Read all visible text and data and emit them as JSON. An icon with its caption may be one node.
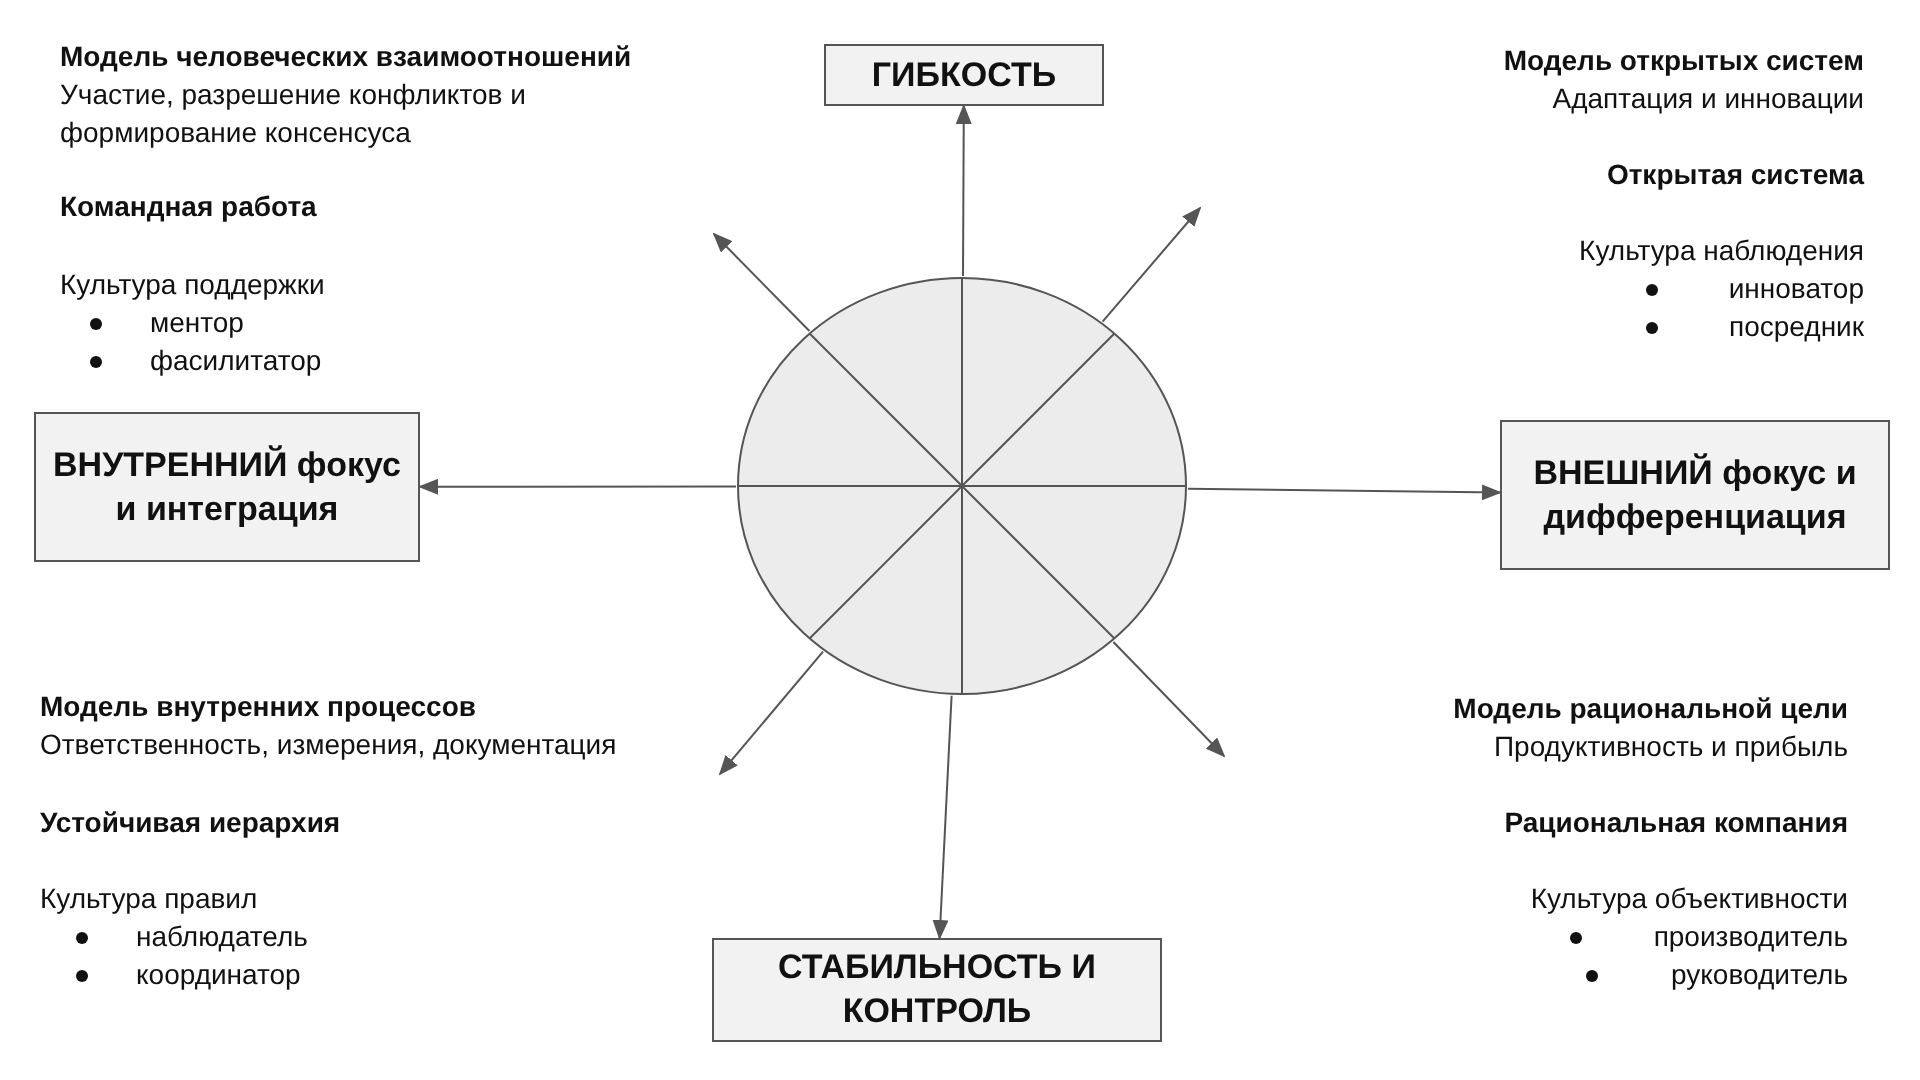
{
  "diagram": {
    "nodes": [
      {
        "text": [],
        "shape": "circle"
      },
      {
        "text": [
          "ГИБКОСТЬ"
        ]
      },
      {
        "text": [
          "ВНУТРЕННИЙ фокус и интеграция"
        ]
      },
      {
        "text": [
          "ВНЕШНИЙ фокус и дифференциация"
        ]
      },
      {
        "text": [
          "СТАБИЛЬНОСТЬ И КОНТРОЛЬ"
        ]
      }
    ],
    "edges": [
      {
        "from": 0,
        "to": 1,
        "arrow": "to"
      },
      {
        "from": 0,
        "to": 2,
        "arrow": "to"
      },
      {
        "from": 0,
        "to": 3,
        "arrow": "to"
      },
      {
        "from": 0,
        "to": 4,
        "arrow": "to"
      },
      {
        "from": 0,
        "to": null,
        "arrow": "to"
      },
      {
        "from": 0,
        "to": null,
        "arrow": "to"
      },
      {
        "from": 0,
        "to": null,
        "arrow": "to"
      },
      {
        "from": 0,
        "to": null,
        "arrow": "to"
      }
    ],
    "labels": [
      "Модель человеческих взаимоотношений",
      "Участие, разрешение конфликтов и формирование консенсуса",
      "Командная работа",
      "Культура поддержки",
      "ментор",
      "фасилитатор",
      "Модель открытых систем",
      "Адаптация и инновации",
      "Открытая система",
      "Культура наблюдения",
      "инноватор",
      "посредник",
      "Модель внутренних процессов",
      "Ответственность, измерения, документация",
      "Устойчивая иерархия",
      "Культура правил",
      "наблюдатель",
      "координатор",
      "Модель рациональной цели",
      "Продуктивность и прибыль",
      "Рациональная компания",
      "Культура объективности",
      "производитель",
      "руководитель"
    ]
  }
}
